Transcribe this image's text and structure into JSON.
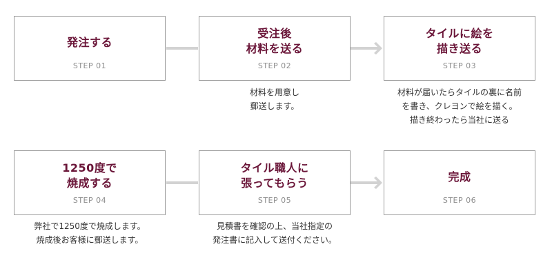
{
  "steps": [
    {
      "title": [
        "発注する"
      ],
      "label": "STEP 01",
      "description": []
    },
    {
      "title": [
        "受注後",
        "材料を送る"
      ],
      "label": "STEP 02",
      "description": [
        "材料を用意し",
        "郵送します。"
      ]
    },
    {
      "title": [
        "タイルに絵を",
        "描き送る"
      ],
      "label": "STEP 03",
      "description": [
        "材料が届いたらタイルの裏に名前",
        "を書き、クレヨンで絵を描く。",
        "描き終わったら当社に送る"
      ]
    },
    {
      "title": [
        "1250度で",
        "焼成する"
      ],
      "label": "STEP 04",
      "description": [
        "弊社で1250度で焼成します。",
        "焼成後お客様に郵送します。"
      ]
    },
    {
      "title": [
        "タイル職人に",
        "張ってもらう"
      ],
      "label": "STEP 05",
      "description": [
        "見積書を確認の上、当社指定の",
        "発注書に記入して送付ください。"
      ]
    },
    {
      "title": [
        "完成"
      ],
      "label": "STEP 06",
      "description": []
    }
  ],
  "colors": {
    "title": "#6a1538",
    "border": "#9a9a9a",
    "connector": "#d2d2d2",
    "label": "#8c8c8c",
    "text": "#333333"
  }
}
